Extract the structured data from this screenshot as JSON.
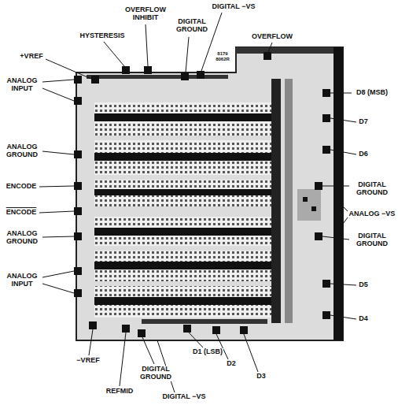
{
  "diagram": {
    "labels": [
      "OVERFLOW INHIBIT",
      "HYSTERESIS",
      "DIGITAL −VS",
      "DIGITAL GROUND",
      "OVERFLOW",
      "8179 8062R",
      "+VREF",
      "ANALOG INPUT",
      "ANALOG GROUND",
      "ENCODE",
      "ENCODE",
      "ANALOG GROUND",
      "ANALOG INPUT",
      "−VREF",
      "REFMID",
      "DIGITAL GROUND",
      "DIGITAL −VS",
      "D1 (LSB)",
      "D2",
      "D3",
      "D8 (MSB)",
      "D7",
      "D6",
      "DIGITAL GROUND",
      "ANALOG −VS",
      "DIGITAL GROUND",
      "D5",
      "D4"
    ]
  }
}
